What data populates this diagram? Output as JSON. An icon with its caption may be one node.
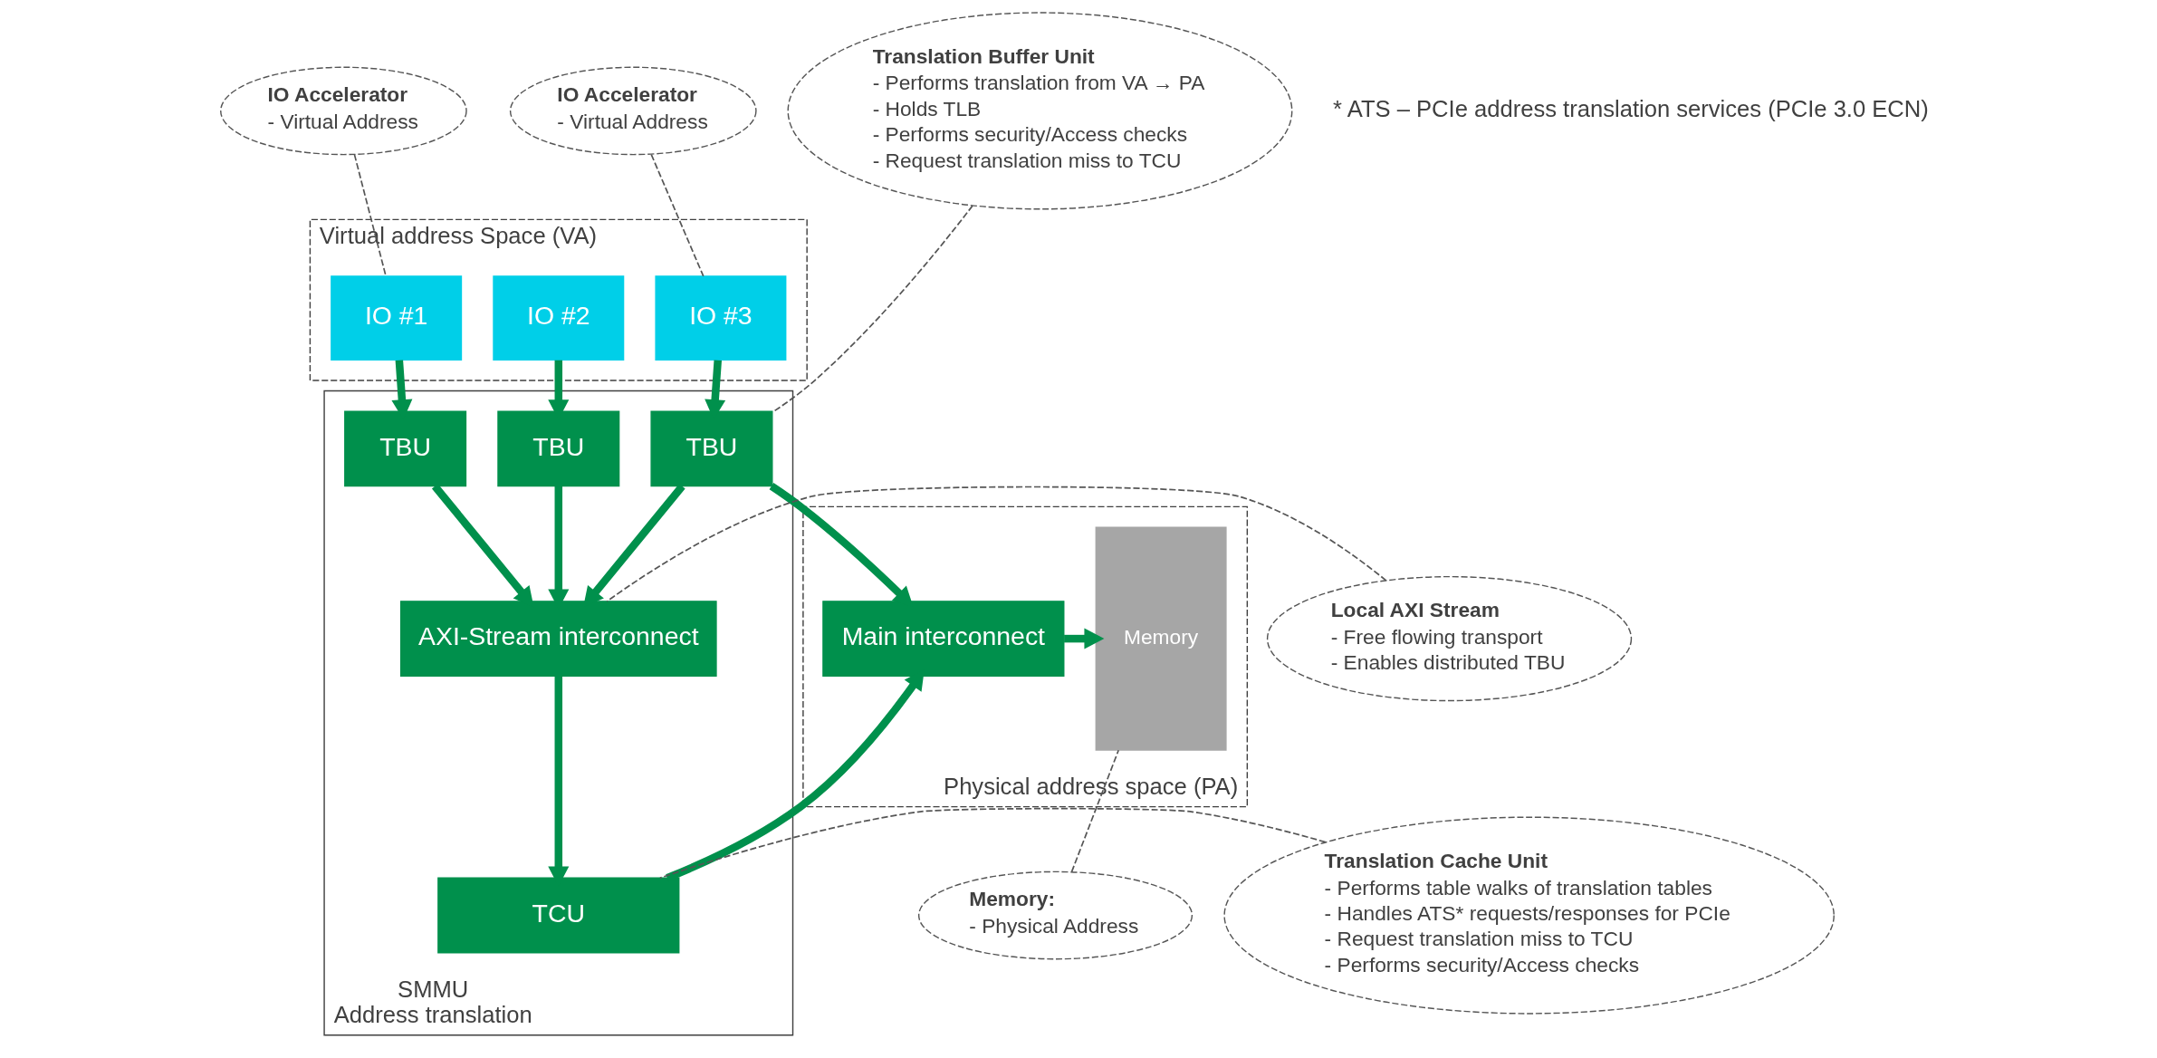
{
  "diagram": {
    "nodes": [
      {
        "text": [
          "IO Accelerator",
          "- Virtual Address"
        ]
      },
      {
        "text": [
          "IO Accelerator",
          "- Virtual Address"
        ]
      },
      {
        "text": [
          "Translation Buffer Unit",
          "- Performs translation from VA → PA",
          "- Holds TLB",
          "- Performs security/Access checks",
          "- Request translation miss to TCU"
        ]
      },
      {
        "text": [
          "Virtual address Space (VA)"
        ]
      },
      {
        "text": [
          "IO #1"
        ],
        "in": 3
      },
      {
        "text": [
          "IO #2"
        ],
        "in": 3
      },
      {
        "text": [
          "IO #3"
        ],
        "in": 3
      },
      {
        "text": [
          "SMMU",
          "Address translation"
        ]
      },
      {
        "text": [
          "TBU"
        ],
        "in": 7
      },
      {
        "text": [
          "TBU"
        ],
        "in": 7
      },
      {
        "text": [
          "TBU"
        ],
        "in": 7
      },
      {
        "text": [
          "AXI-Stream interconnect"
        ],
        "in": 7
      },
      {
        "text": [
          "TCU"
        ],
        "in": 7
      },
      {
        "text": [
          "Local AXI Stream",
          "- Free flowing transport",
          "- Enables distributed TBU"
        ]
      },
      {
        "text": [
          "Physical address space (PA)"
        ]
      },
      {
        "text": [
          "Main interconnect"
        ],
        "in": 14
      },
      {
        "text": [
          "Memory"
        ],
        "in": 14
      },
      {
        "text": [
          "Translation Cache Unit",
          "- Performs table walks of translation tables",
          "- Handles ATS* requests/responses for PCIe",
          "- Request translation miss to TCU",
          "- Performs security/Access checks"
        ]
      },
      {
        "text": [
          "Memory:",
          "- Physical Address"
        ]
      }
    ],
    "edges": [
      {
        "from": 4,
        "to": 8,
        "arrow": "to"
      },
      {
        "from": 5,
        "to": 9,
        "arrow": "to"
      },
      {
        "from": 6,
        "to": 10,
        "arrow": "to"
      },
      {
        "from": 8,
        "to": 11,
        "arrow": "to"
      },
      {
        "from": 9,
        "to": 11,
        "arrow": "to"
      },
      {
        "from": 10,
        "to": 11,
        "arrow": "to"
      },
      {
        "from": 11,
        "to": 12,
        "arrow": "to"
      },
      {
        "from": 10,
        "to": 15,
        "arrow": "to"
      },
      {
        "from": 12,
        "to": 15,
        "arrow": "to"
      },
      {
        "from": 15,
        "to": 16,
        "arrow": "to"
      },
      {
        "from": 0,
        "to": 4,
        "arrow": "none",
        "style": "dashed",
        "color": "#555555"
      },
      {
        "from": 1,
        "to": 6,
        "arrow": "none",
        "style": "dashed",
        "color": "#555555"
      },
      {
        "from": 2,
        "to": 10,
        "arrow": "none",
        "style": "dashed",
        "color": "#555555"
      },
      {
        "from": 13,
        "to": 11,
        "arrow": "none",
        "style": "dashed",
        "color": "#555555"
      },
      {
        "from": 17,
        "to": 12,
        "arrow": "none",
        "style": "dashed",
        "color": "#555555"
      },
      {
        "from": 18,
        "to": 16,
        "arrow": "none",
        "style": "dashed",
        "color": "#555555"
      }
    ],
    "labels": [
      "* ATS – PCIe address translation services (PCIe 3.0 ECN)"
    ]
  }
}
